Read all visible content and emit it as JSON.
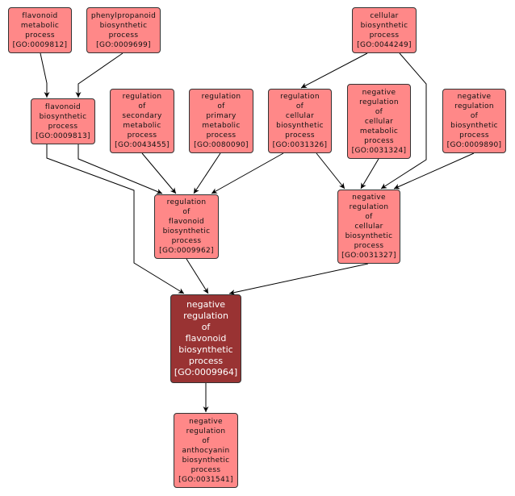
{
  "title": "GO term ancestry graph: negative regulation of flavonoid biosynthetic process",
  "colors": {
    "node_fill": "#ff8888",
    "focus_fill": "#993333",
    "edge": "#000000",
    "border": "#333333"
  },
  "nodes": [
    {
      "id": "GO:0009812",
      "lines": [
        "flavonoid",
        "metabolic",
        "process",
        "[GO:0009812]"
      ]
    },
    {
      "id": "GO:0009699",
      "lines": [
        "phenylpropanoid",
        "biosynthetic",
        "process",
        "[GO:0009699]"
      ]
    },
    {
      "id": "GO:0044249",
      "lines": [
        "cellular",
        "biosynthetic",
        "process",
        "[GO:0044249]"
      ]
    },
    {
      "id": "GO:0009813",
      "lines": [
        "flavonoid",
        "biosynthetic",
        "process",
        "[GO:0009813]"
      ]
    },
    {
      "id": "GO:0043455",
      "lines": [
        "regulation",
        "of",
        "secondary",
        "metabolic",
        "process",
        "[GO:0043455]"
      ]
    },
    {
      "id": "GO:0080090",
      "lines": [
        "regulation",
        "of",
        "primary",
        "metabolic",
        "process",
        "[GO:0080090]"
      ]
    },
    {
      "id": "GO:0031326",
      "lines": [
        "regulation",
        "of",
        "cellular",
        "biosynthetic",
        "process",
        "[GO:0031326]"
      ]
    },
    {
      "id": "GO:0031324",
      "lines": [
        "negative",
        "regulation",
        "of",
        "cellular",
        "metabolic",
        "process",
        "[GO:0031324]"
      ]
    },
    {
      "id": "GO:0009890",
      "lines": [
        "negative",
        "regulation",
        "of",
        "biosynthetic",
        "process",
        "[GO:0009890]"
      ]
    },
    {
      "id": "GO:0009962",
      "lines": [
        "regulation",
        "of",
        "flavonoid",
        "biosynthetic",
        "process",
        "[GO:0009962]"
      ]
    },
    {
      "id": "GO:0031327",
      "lines": [
        "negative",
        "regulation",
        "of",
        "cellular",
        "biosynthetic",
        "process",
        "[GO:0031327]"
      ]
    },
    {
      "id": "GO:0009964",
      "focus": true,
      "lines": [
        "negative",
        "regulation",
        "of",
        "flavonoid",
        "biosynthetic",
        "process",
        "[GO:0009964]"
      ]
    },
    {
      "id": "GO:0031541",
      "lines": [
        "negative",
        "regulation",
        "of",
        "anthocyanin",
        "biosynthetic",
        "process",
        "[GO:0031541]"
      ]
    }
  ],
  "edges": [
    {
      "from": "GO:0009812",
      "to": "GO:0009813"
    },
    {
      "from": "GO:0009699",
      "to": "GO:0009813"
    },
    {
      "from": "GO:0044249",
      "to": "GO:0031326"
    },
    {
      "from": "GO:0044249",
      "to": "GO:0031327"
    },
    {
      "from": "GO:0009813",
      "to": "GO:0009962"
    },
    {
      "from": "GO:0009813",
      "to": "GO:0009964"
    },
    {
      "from": "GO:0043455",
      "to": "GO:0009962"
    },
    {
      "from": "GO:0080090",
      "to": "GO:0009962"
    },
    {
      "from": "GO:0031326",
      "to": "GO:0009962"
    },
    {
      "from": "GO:0031326",
      "to": "GO:0031327"
    },
    {
      "from": "GO:0031324",
      "to": "GO:0031327"
    },
    {
      "from": "GO:0009890",
      "to": "GO:0031327"
    },
    {
      "from": "GO:0009962",
      "to": "GO:0009964"
    },
    {
      "from": "GO:0031327",
      "to": "GO:0009964"
    },
    {
      "from": "GO:0009964",
      "to": "GO:0031541"
    }
  ]
}
